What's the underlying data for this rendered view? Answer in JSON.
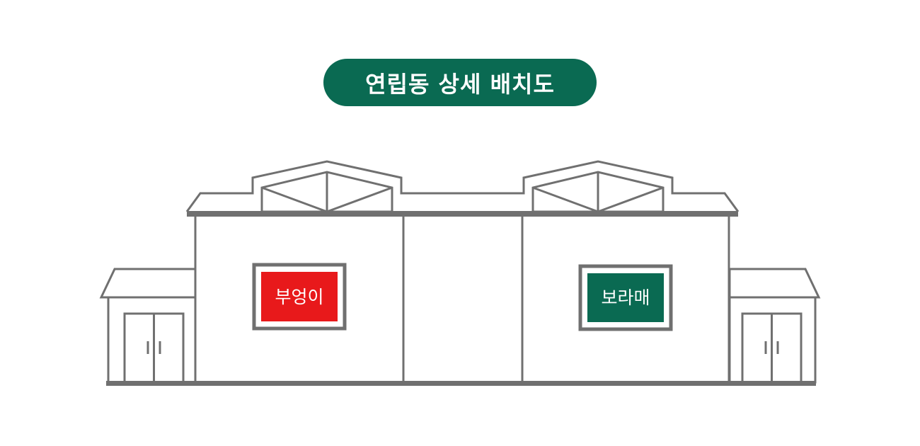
{
  "title": "연립동 상세 배치도",
  "signs": {
    "left": {
      "label": "부엉이",
      "color": "#e8191b"
    },
    "right": {
      "label": "보라매",
      "color": "#0a6a52"
    }
  },
  "colors": {
    "accent": "#0a6a52",
    "line": "#707070",
    "background": "#ffffff"
  }
}
